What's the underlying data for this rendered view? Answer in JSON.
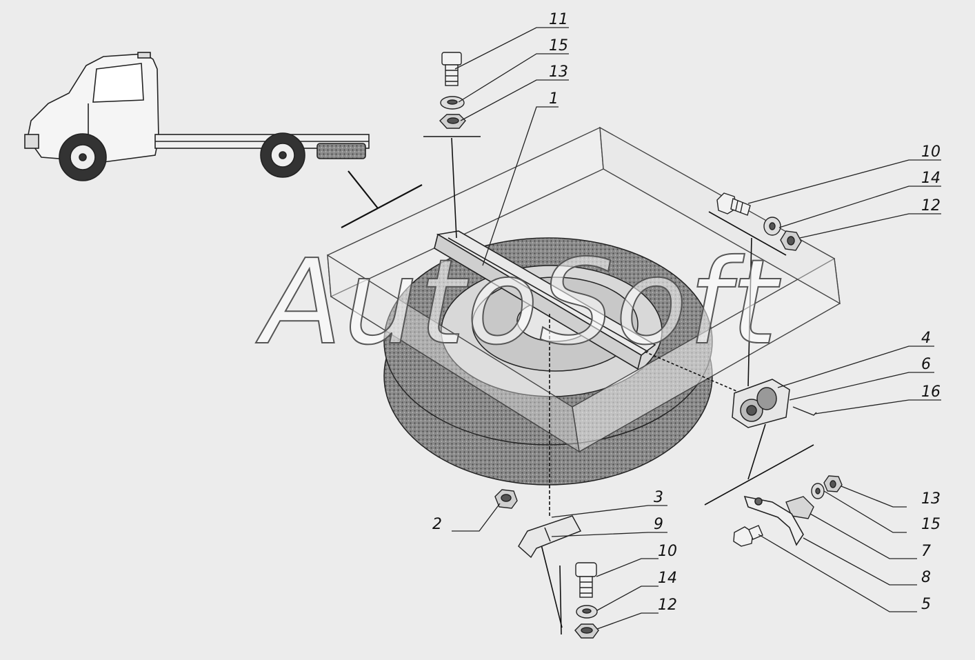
{
  "watermark": "AutoSoft",
  "callouts": [
    {
      "id": "11a",
      "text": "11"
    },
    {
      "id": "15a",
      "text": "15"
    },
    {
      "id": "13a",
      "text": "13"
    },
    {
      "id": "1",
      "text": "1"
    },
    {
      "id": "10a",
      "text": "10"
    },
    {
      "id": "14a",
      "text": "14"
    },
    {
      "id": "12a",
      "text": "12"
    },
    {
      "id": "4",
      "text": "4"
    },
    {
      "id": "6",
      "text": "6"
    },
    {
      "id": "16",
      "text": "16"
    },
    {
      "id": "3",
      "text": "3"
    },
    {
      "id": "9",
      "text": "9"
    },
    {
      "id": "2",
      "text": "2"
    },
    {
      "id": "10b",
      "text": "10"
    },
    {
      "id": "14b",
      "text": "14"
    },
    {
      "id": "12b",
      "text": "12"
    },
    {
      "id": "13b",
      "text": "13"
    },
    {
      "id": "15b",
      "text": "15"
    },
    {
      "id": "7",
      "text": "7"
    },
    {
      "id": "8",
      "text": "8"
    },
    {
      "id": "5",
      "text": "5"
    }
  ]
}
